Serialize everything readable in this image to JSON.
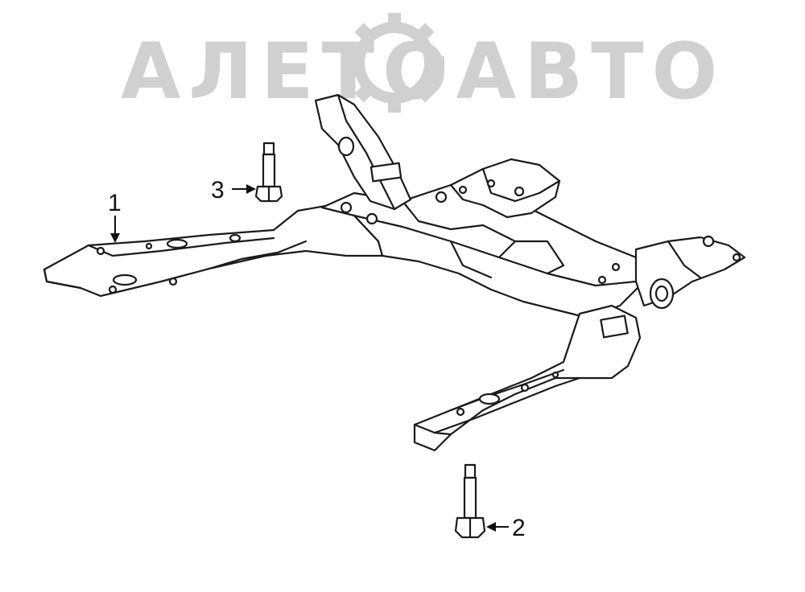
{
  "watermark": {
    "text": "АЛЕТОАВТО",
    "color": "#c8c8c8"
  },
  "callouts": [
    {
      "id": "1",
      "label": "1",
      "part": "subframe"
    },
    {
      "id": "2",
      "label": "2",
      "part": "lower-bolt"
    },
    {
      "id": "3",
      "label": "3",
      "part": "upper-bolt"
    }
  ],
  "colors": {
    "line": "#1a1a1a",
    "fill": "#ffffff",
    "watermark": "#c8c8c8"
  }
}
